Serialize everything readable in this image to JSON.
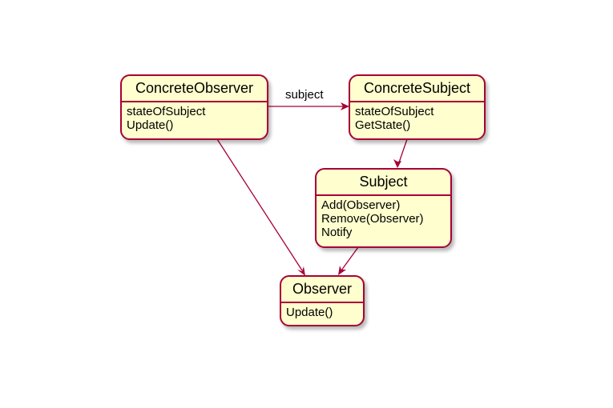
{
  "diagram": {
    "nodes": [
      {
        "id": "concrete_observer",
        "title": "ConcreteObserver",
        "members": [
          "stateOfSubject",
          "Update()"
        ]
      },
      {
        "id": "concrete_subject",
        "title": "ConcreteSubject",
        "members": [
          "stateOfSubject",
          "GetState()"
        ]
      },
      {
        "id": "subject",
        "title": "Subject",
        "members": [
          "Add(Observer)",
          "Remove(Observer)",
          "Notify"
        ]
      },
      {
        "id": "observer",
        "title": "Observer",
        "members": [
          "Update()"
        ]
      }
    ],
    "edges": [
      {
        "from": "concrete_observer",
        "to": "concrete_subject",
        "label": "subject"
      },
      {
        "from": "concrete_subject",
        "to": "subject",
        "label": ""
      },
      {
        "from": "concrete_observer",
        "to": "observer",
        "label": ""
      },
      {
        "from": "subject",
        "to": "observer",
        "label": ""
      }
    ],
    "colors": {
      "node_fill": "#fefece",
      "node_border": "#a80036",
      "edge": "#a80036"
    }
  }
}
